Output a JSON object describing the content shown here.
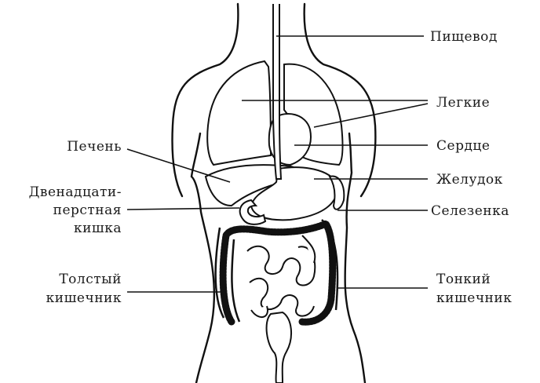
{
  "labels": {
    "esophagus": "Пищевод",
    "lungs": "Легкие",
    "heart": "Сердце",
    "stomach": "Желудок",
    "spleen": "Селезенка",
    "small_intestine": [
      "Тонкий",
      "кишечник"
    ],
    "liver": "Печень",
    "duodenum": [
      "Двенадцати-",
      "перстная",
      "кишка"
    ],
    "large_intestine": [
      "Толстый",
      "кишечник"
    ]
  }
}
